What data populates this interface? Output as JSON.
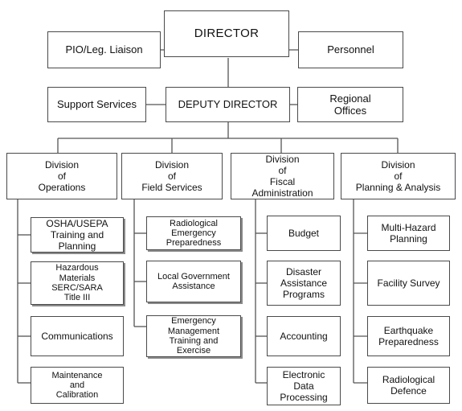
{
  "top": {
    "director": "DIRECTOR",
    "pio": "PIO/Leg. Liaison",
    "personnel": "Personnel",
    "deputy": "DEPUTY DIRECTOR",
    "support": "Support Services",
    "regional": "Regional\nOffices"
  },
  "divisions": [
    {
      "title": "Division\nof\nOperations",
      "units": [
        "OSHA/USEPA\nTraining and\nPlanning",
        "Hazardous\nMaterials\nSERC/SARA\nTitle III",
        "Communications",
        "Maintenance\nand\nCalibration"
      ]
    },
    {
      "title": "Division\nof\nField Services",
      "units": [
        "Radiological\nEmergency\nPreparedness",
        "Local Government\nAssistance",
        "Emergency\nManagement\nTraining and\nExercise"
      ]
    },
    {
      "title": "Division\nof\nFiscal\nAdministration",
      "units": [
        "Budget",
        "Disaster\nAssistance\nPrograms",
        "Accounting",
        "Electronic\nData\nProcessing"
      ]
    },
    {
      "title": "Division\nof\nPlanning & Analysis",
      "units": [
        "Multi-Hazard\nPlanning",
        "Facility Survey",
        "Earthquake\nPreparedness",
        "Radiological\nDefence"
      ]
    }
  ]
}
